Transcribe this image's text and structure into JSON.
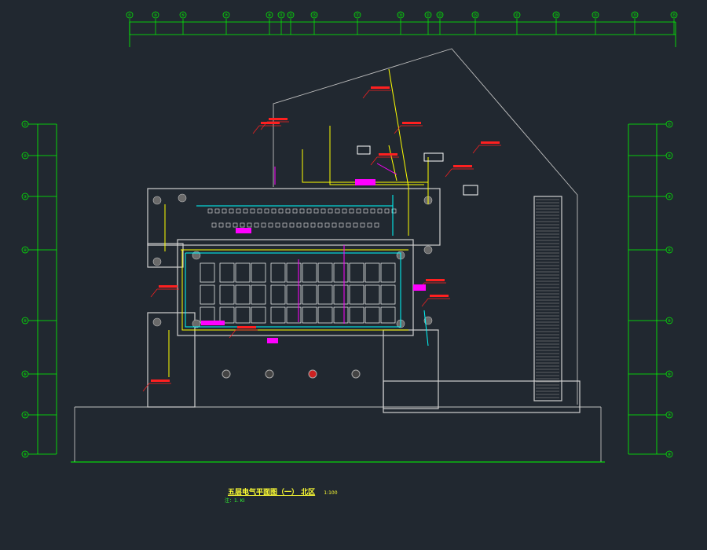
{
  "drawing": {
    "title": "五层电气平面图（一） 北区",
    "scale": "1:100",
    "notes_heading": "注：1. KI",
    "notes": [
      "",
      "",
      "",
      "",
      "",
      "",
      "",
      ""
    ]
  },
  "axes": {
    "top": [
      "①",
      "③",
      "⑤",
      "⑦",
      "⑨",
      "⑪",
      "⑬",
      "⑮",
      "⑰",
      "⑲",
      "㉑",
      "㉓",
      "㉕",
      "㉗",
      "㉙",
      "㉛",
      "㉝",
      "㉟"
    ],
    "left": [
      "①",
      "②",
      "③",
      "④",
      "⑤",
      "⑥",
      "⑦",
      "⑧"
    ],
    "right": [
      "①",
      "②",
      "③",
      "④",
      "⑤",
      "⑥",
      "⑦",
      "⑧"
    ]
  },
  "colors": {
    "background": "#212830",
    "grid": "#00ff00",
    "walls": "#c8c8c8",
    "cable_yellow": "#ffff00",
    "cable_cyan": "#00ffff",
    "cable_magenta": "#ff00ff",
    "labels_red": "#ff2020",
    "notes": "#33ff33"
  }
}
